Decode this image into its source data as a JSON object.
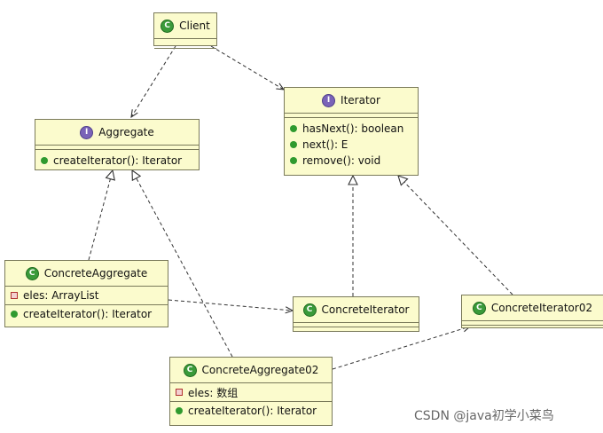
{
  "classes": {
    "client": {
      "name": "Client",
      "kind": "class"
    },
    "iterator": {
      "name": "Iterator",
      "kind": "interface",
      "methods": [
        "hasNext(): boolean",
        "next(): E",
        "remove(): void"
      ]
    },
    "aggregate": {
      "name": "Aggregate",
      "kind": "interface",
      "methods": [
        "createIterator(): Iterator"
      ]
    },
    "concrete_aggregate": {
      "name": "ConcreteAggregate",
      "kind": "class",
      "fields": [
        "eles: ArrayList"
      ],
      "methods": [
        "createIterator(): Iterator"
      ]
    },
    "concrete_iterator": {
      "name": "ConcreteIterator",
      "kind": "class"
    },
    "concrete_iterator02": {
      "name": "ConcreteIterator02",
      "kind": "class"
    },
    "concrete_aggregate02": {
      "name": "ConcreteAggregate02",
      "kind": "class",
      "fields": [
        "eles: 数组"
      ],
      "methods": [
        "createIterator(): Iterator"
      ]
    }
  },
  "badges": {
    "class": "C",
    "interface": "I"
  },
  "colors": {
    "box_fill": "#fbfbcd",
    "border": "#7a7a5a",
    "class_badge": "#3a9a3a",
    "interface_badge": "#7a63b8"
  },
  "watermark": "CSDN @java初学小菜鸟"
}
